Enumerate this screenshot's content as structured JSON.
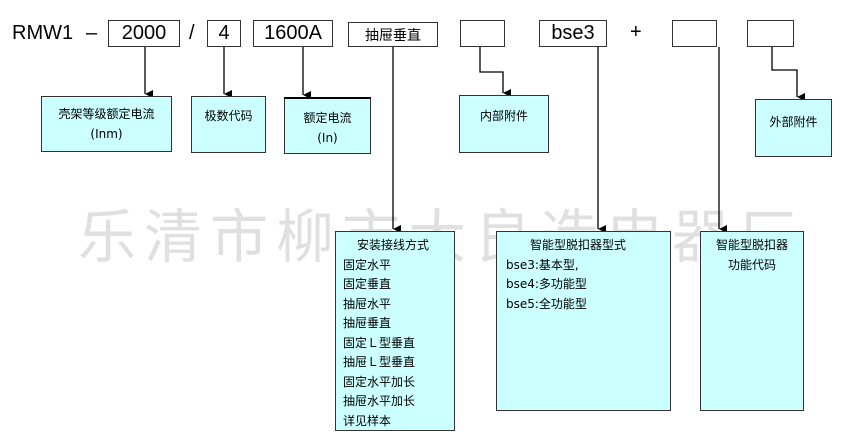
{
  "model": {
    "prefix": "RMW1",
    "dash": "–",
    "current_frame": "2000",
    "slash": "/",
    "poles": "4",
    "rated_current": "1600A",
    "install_type": "抽屉垂直",
    "internal_acc": "",
    "trip_type": "bse3",
    "plus": "+",
    "func_code": "",
    "external_acc": ""
  },
  "labels": {
    "frame_current": [
      "壳架等级额定电流",
      "(Inm)"
    ],
    "poles": "极数代码",
    "rated_current": [
      "额定电流",
      "(In)"
    ],
    "internal_acc": "内部附件",
    "external_acc": "外部附件"
  },
  "install_list": {
    "title": "安装接线方式",
    "items": [
      "固定水平",
      "固定垂直",
      "抽屉水平",
      "抽屉垂直",
      "固定Ｌ型垂直",
      "抽屉Ｌ型垂直",
      "固定水平加长",
      "抽屉水平加长",
      "详见样本"
    ]
  },
  "trip_list": {
    "title": "智能型脱扣器型式",
    "items": [
      "bse3:基本型,",
      "bse4:多功能型",
      "bse5:全功能型"
    ]
  },
  "func_list": {
    "title": "智能型脱扣器",
    "subtitle": "功能代码"
  },
  "watermark": "乐清市柳市大良造电器厂",
  "colors": {
    "box_fill": "#ccffff",
    "border": "#333333",
    "watermark": "#c8c8c8"
  }
}
